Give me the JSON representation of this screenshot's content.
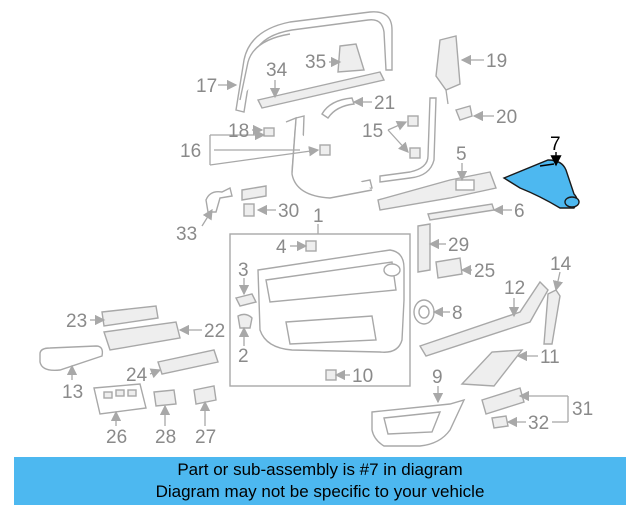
{
  "diagram": {
    "highlight_part": "7",
    "highlight_color": "#4db8f0",
    "callouts": [
      "1",
      "2",
      "3",
      "4",
      "5",
      "6",
      "7",
      "8",
      "9",
      "10",
      "11",
      "12",
      "13",
      "14",
      "15",
      "16",
      "17",
      "18",
      "19",
      "20",
      "21",
      "22",
      "23",
      "24",
      "25",
      "26",
      "27",
      "28",
      "29",
      "30",
      "31",
      "32",
      "33",
      "34",
      "35"
    ]
  },
  "banner": {
    "line1": "Part or sub-assembly is #7 in diagram",
    "line2": "Diagram may not be specific to your vehicle",
    "color": "#4db8f0"
  }
}
